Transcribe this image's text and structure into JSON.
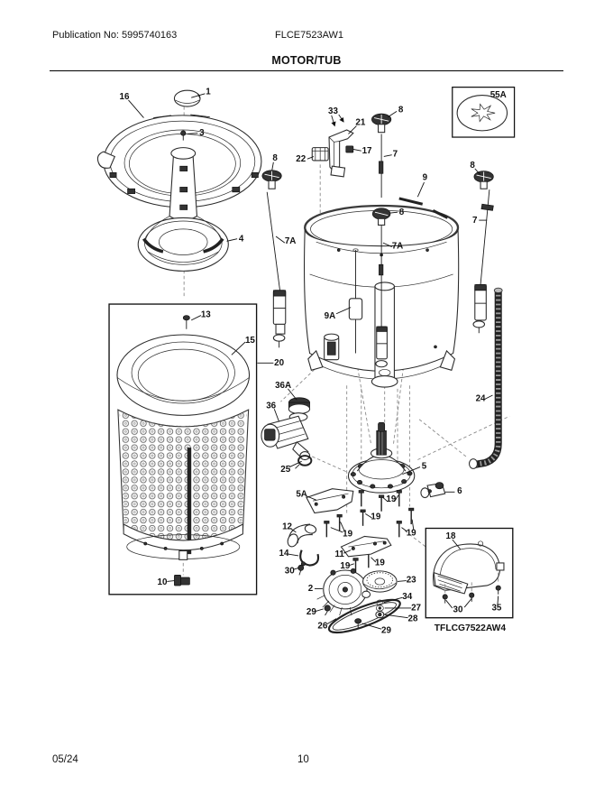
{
  "header": {
    "publication": "Publication No: 5995740163",
    "model": "FLCE7523AW1",
    "title": "MOTOR/TUB"
  },
  "footer": {
    "date": "05/24",
    "page": "10"
  },
  "diagram": {
    "caption": "TFLCG7522AW4",
    "callouts": {
      "n1": "1",
      "n16": "16",
      "n3": "3",
      "n4": "4",
      "n8_left": "8",
      "n8_top": "8",
      "n8_right": "8",
      "n8_tub": "8",
      "n33": "33",
      "n21": "21",
      "n22": "22",
      "n17": "17",
      "n7_top": "7",
      "n7_right": "7",
      "n7a_left": "7A",
      "n7a_tub": "7A",
      "n55a": "55A",
      "n9": "9",
      "n9a": "9A",
      "n13": "13",
      "n15": "15",
      "n20": "20",
      "n36a": "36A",
      "n36": "36",
      "n25": "25",
      "n24": "24",
      "n5": "5",
      "n5a": "5A",
      "n6": "6",
      "n19_1": "19",
      "n19_2": "19",
      "n19_3": "19",
      "n19_4": "19",
      "n19_5": "19",
      "n19_6": "19",
      "n12": "12",
      "n14": "14",
      "n30_left": "30",
      "n11": "11",
      "n2": "2",
      "n23": "23",
      "n34": "34",
      "n27": "27",
      "n28": "28",
      "n29_left": "29",
      "n29_right": "29",
      "n26": "26",
      "n10": "10",
      "n18": "18",
      "n30_box": "30",
      "n35": "35"
    }
  }
}
